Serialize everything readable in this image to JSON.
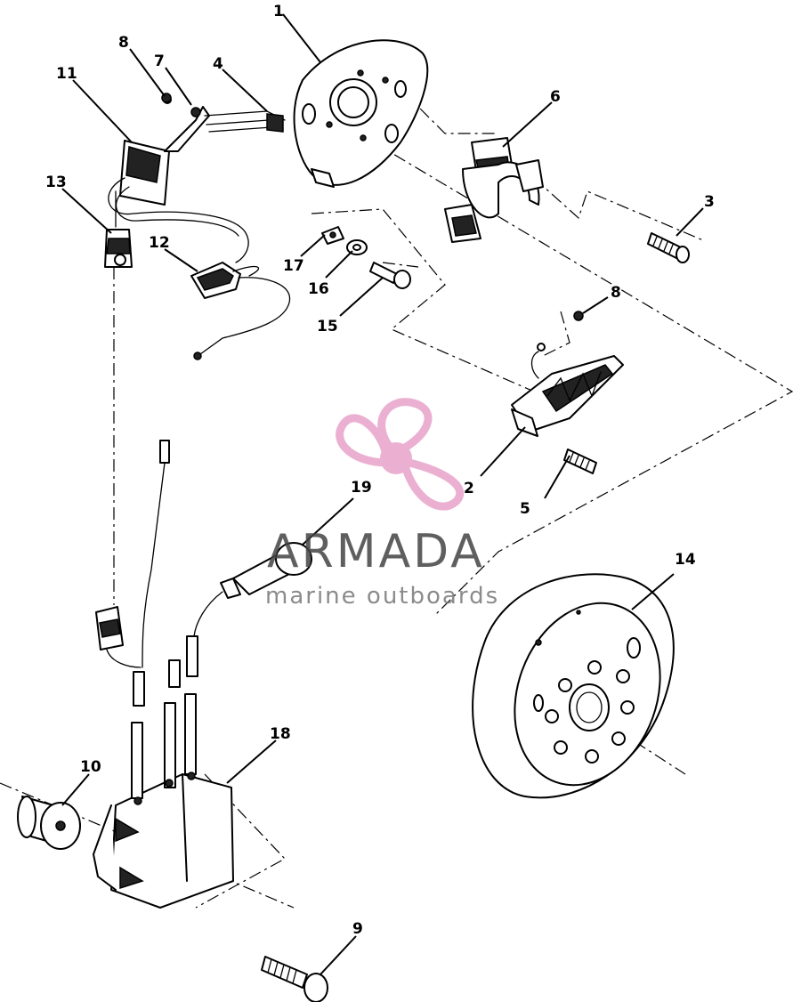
{
  "part_labels": {
    "p1": "1",
    "p2": "2",
    "p3": "3",
    "p4": "4",
    "p5": "5",
    "p6": "6",
    "p7": "7",
    "p8a": "8",
    "p8b": "8",
    "p9": "9",
    "p10": "10",
    "p11": "11",
    "p12": "12",
    "p13": "13",
    "p14": "14",
    "p15": "15",
    "p16": "16",
    "p17": "17",
    "p18": "18",
    "p19": "19"
  },
  "watermark": {
    "name": "ARMADA",
    "tagline": "marine outboards",
    "logo_icon": "propeller-icon",
    "logo_color": "#e8a3c9"
  }
}
